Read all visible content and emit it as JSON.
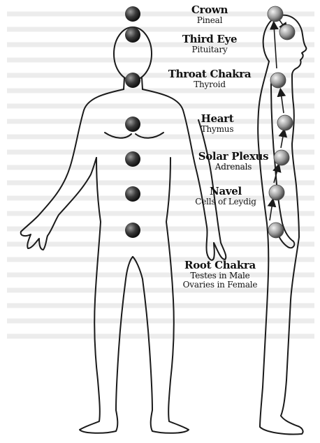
{
  "labels": [
    {
      "title": "Crown",
      "sub": "Pineal"
    },
    {
      "title": "Third Eye",
      "sub": "Pituitary"
    },
    {
      "title": "Throat Chakra",
      "sub": "Thyroid"
    },
    {
      "title": "Heart",
      "sub": "Thymus"
    },
    {
      "title": "Solar Plexus",
      "sub": "Adrenals"
    },
    {
      "title": "Navel",
      "sub": "Cells of Leydig"
    },
    {
      "title": "Root Chakra",
      "sub": "Testes in Male",
      "sub2": "Ovaries in Female"
    }
  ],
  "colors": {
    "background": "#ffffff",
    "outline": "#1a1a1a",
    "chakra_front": "#3a3a3a",
    "chakra_side": "#9a9a9a",
    "faded_text": "#e9e9e9"
  }
}
